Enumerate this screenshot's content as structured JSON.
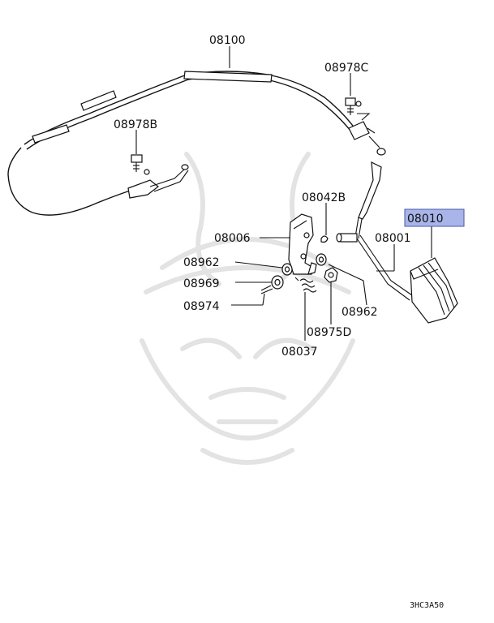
{
  "colors": {
    "highlight_fill": "#a9b4e8",
    "highlight_stroke": "#4b5aa8",
    "line": "#111111",
    "watermark": "#e3e3e3"
  },
  "parts": {
    "p08100": "08100",
    "p08978C": "08978C",
    "p08978B": "08978B",
    "p08042B": "08042B",
    "p08010": "08010",
    "p08006": "08006",
    "p08001": "08001",
    "p08962a": "08962",
    "p08969": "08969",
    "p08974": "08974",
    "p08962b": "08962",
    "p08975D": "08975D",
    "p08037": "08037"
  },
  "diagram_code": "3HC3A50"
}
